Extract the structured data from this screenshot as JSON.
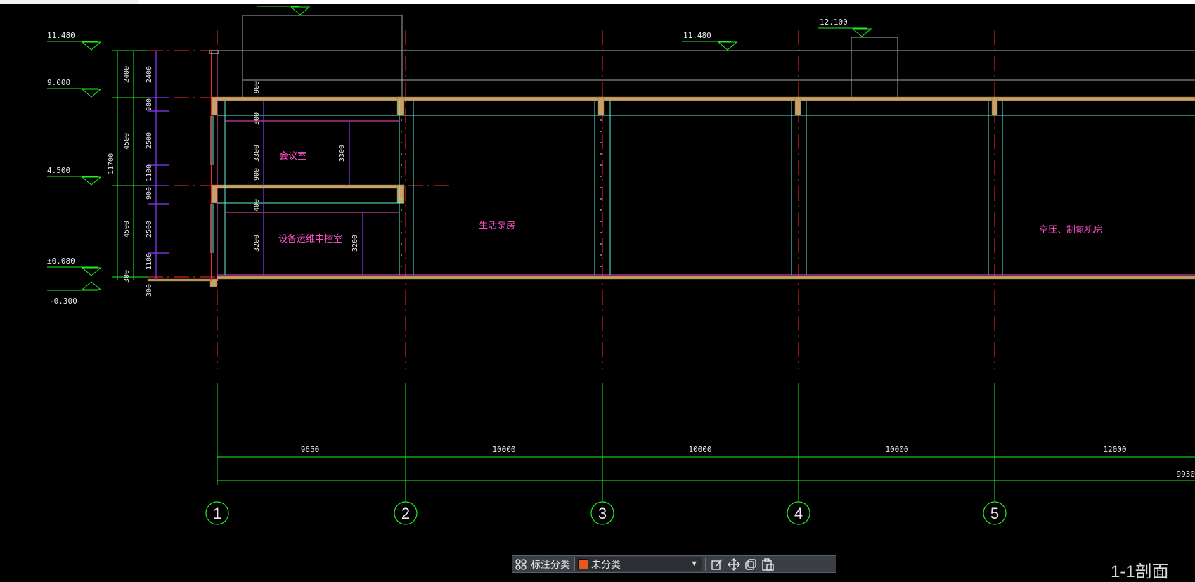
{
  "levels": {
    "top": "11.480",
    "second": "9.000",
    "third": "4.500",
    "ground": "±0.080",
    "below": "-0.300",
    "mid_roof": "11.480",
    "roof_box": "12.100"
  },
  "dims_vertical": {
    "outer_total": "11700",
    "outer": [
      "2400",
      "4500",
      "4500",
      "300"
    ],
    "inner": [
      "2400",
      "980",
      "2500",
      "1100",
      "900",
      "2500",
      "1100",
      "300"
    ],
    "room_top": [
      "900",
      "300",
      "3300",
      "900",
      "400",
      "3200"
    ],
    "room_right": [
      "3300",
      "3200"
    ]
  },
  "rooms": {
    "meeting": "会议室",
    "control": "设备运维中控室",
    "pump": "生活泵房",
    "compressor": "空压、制氮机房"
  },
  "dims_horizontal": {
    "spans": [
      "9650",
      "10000",
      "10000",
      "10000",
      "12000"
    ],
    "total": "9930"
  },
  "axes": [
    "1",
    "2",
    "3",
    "4",
    "5"
  ],
  "toolbar": {
    "category_label": "标注分类",
    "category_value": "未分类",
    "category_color": "#e8571b"
  },
  "view_label": "1-1剖面",
  "colors": {
    "axis_red": "#ff2a2a",
    "dim_green": "#22ee22",
    "wall_cyan": "#5ff0d8",
    "room_magenta": "#ff50c8",
    "slab_gold": "#c8a164",
    "purple": "#8a3cff"
  }
}
